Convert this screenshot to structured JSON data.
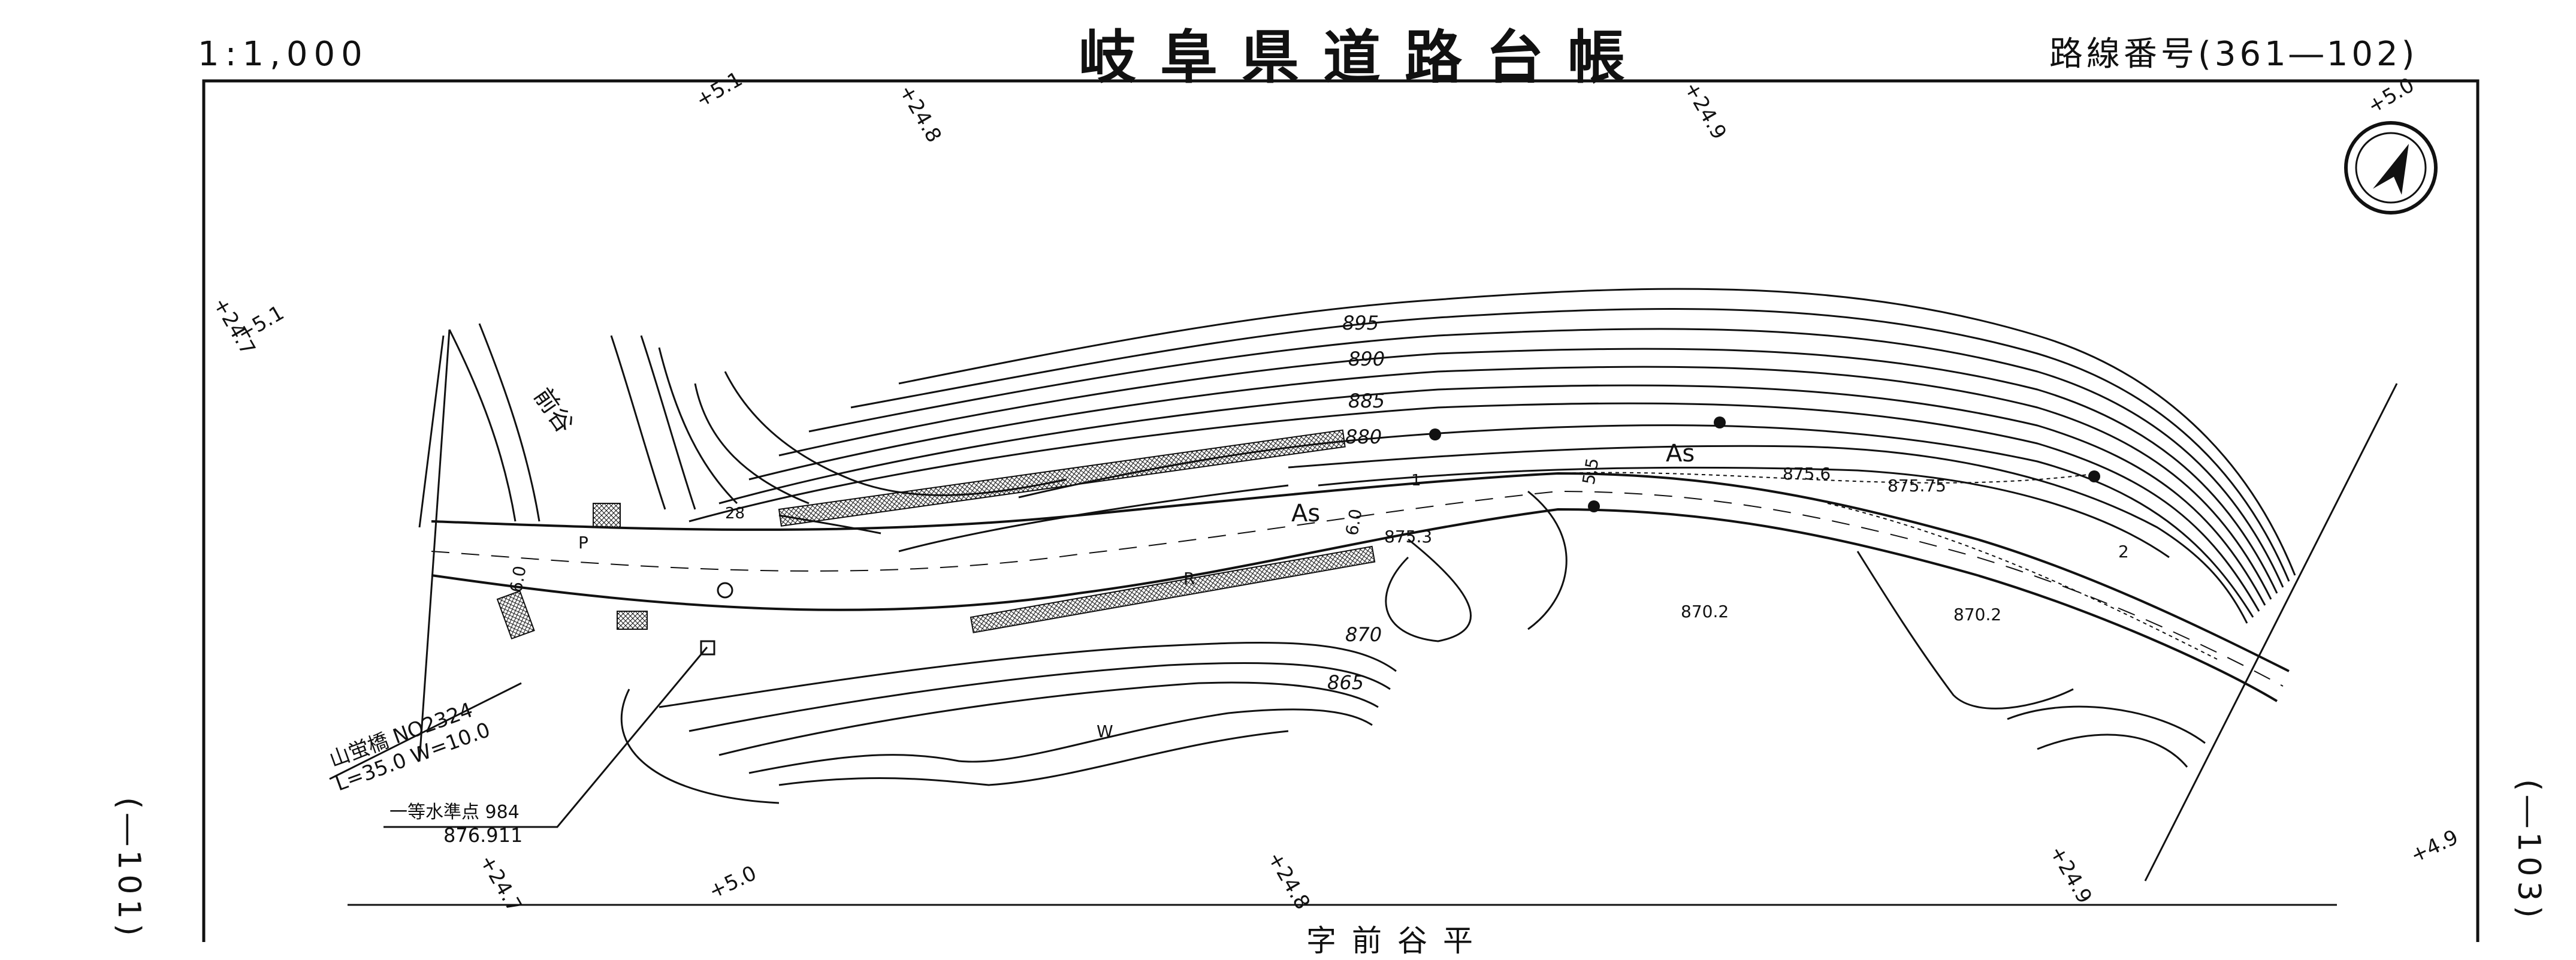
{
  "header": {
    "scale": "1:1,000",
    "title": "岐阜県道路台帳",
    "route_number": "路線番号(361―102)"
  },
  "sheet_refs": {
    "left": "(―101)",
    "right": "(―103)"
  },
  "place_name": "字前谷平",
  "north_arrow": "north-arrow-icon",
  "stations": {
    "top_a": "+5.1",
    "top_b": "+24.8",
    "top_c": "+24.9",
    "top_right": "+5.0",
    "left_side": "+24.7",
    "left_side_b": "+5.1",
    "bottom_a": "+24.7",
    "bottom_b": "+5.0",
    "bottom_c": "+24.8",
    "bottom_d": "+24.9",
    "bottom_right": "+4.9"
  },
  "contours": {
    "c895": "895",
    "c890": "890",
    "c885": "885",
    "c880": "880",
    "c870": "870",
    "c865": "865"
  },
  "spot_heights": {
    "h1": "875.3",
    "h2": "875.6",
    "h3": "875.75",
    "h4": "870.2",
    "h5": "870.2"
  },
  "road_labels": {
    "as1": "As",
    "as2": "As",
    "w1": "6.0",
    "w2": "6.0",
    "w3": "5.5",
    "r": "R",
    "p": "P",
    "w": "W",
    "slope": "2",
    "num28": "28",
    "one": "1",
    "river": "前谷"
  },
  "bridge": {
    "name": "山蛍橋 NO2324",
    "dims": "L=35.0  W=10.0"
  },
  "benchmark": {
    "name": "一等水準点 984",
    "elev": "876.911"
  }
}
